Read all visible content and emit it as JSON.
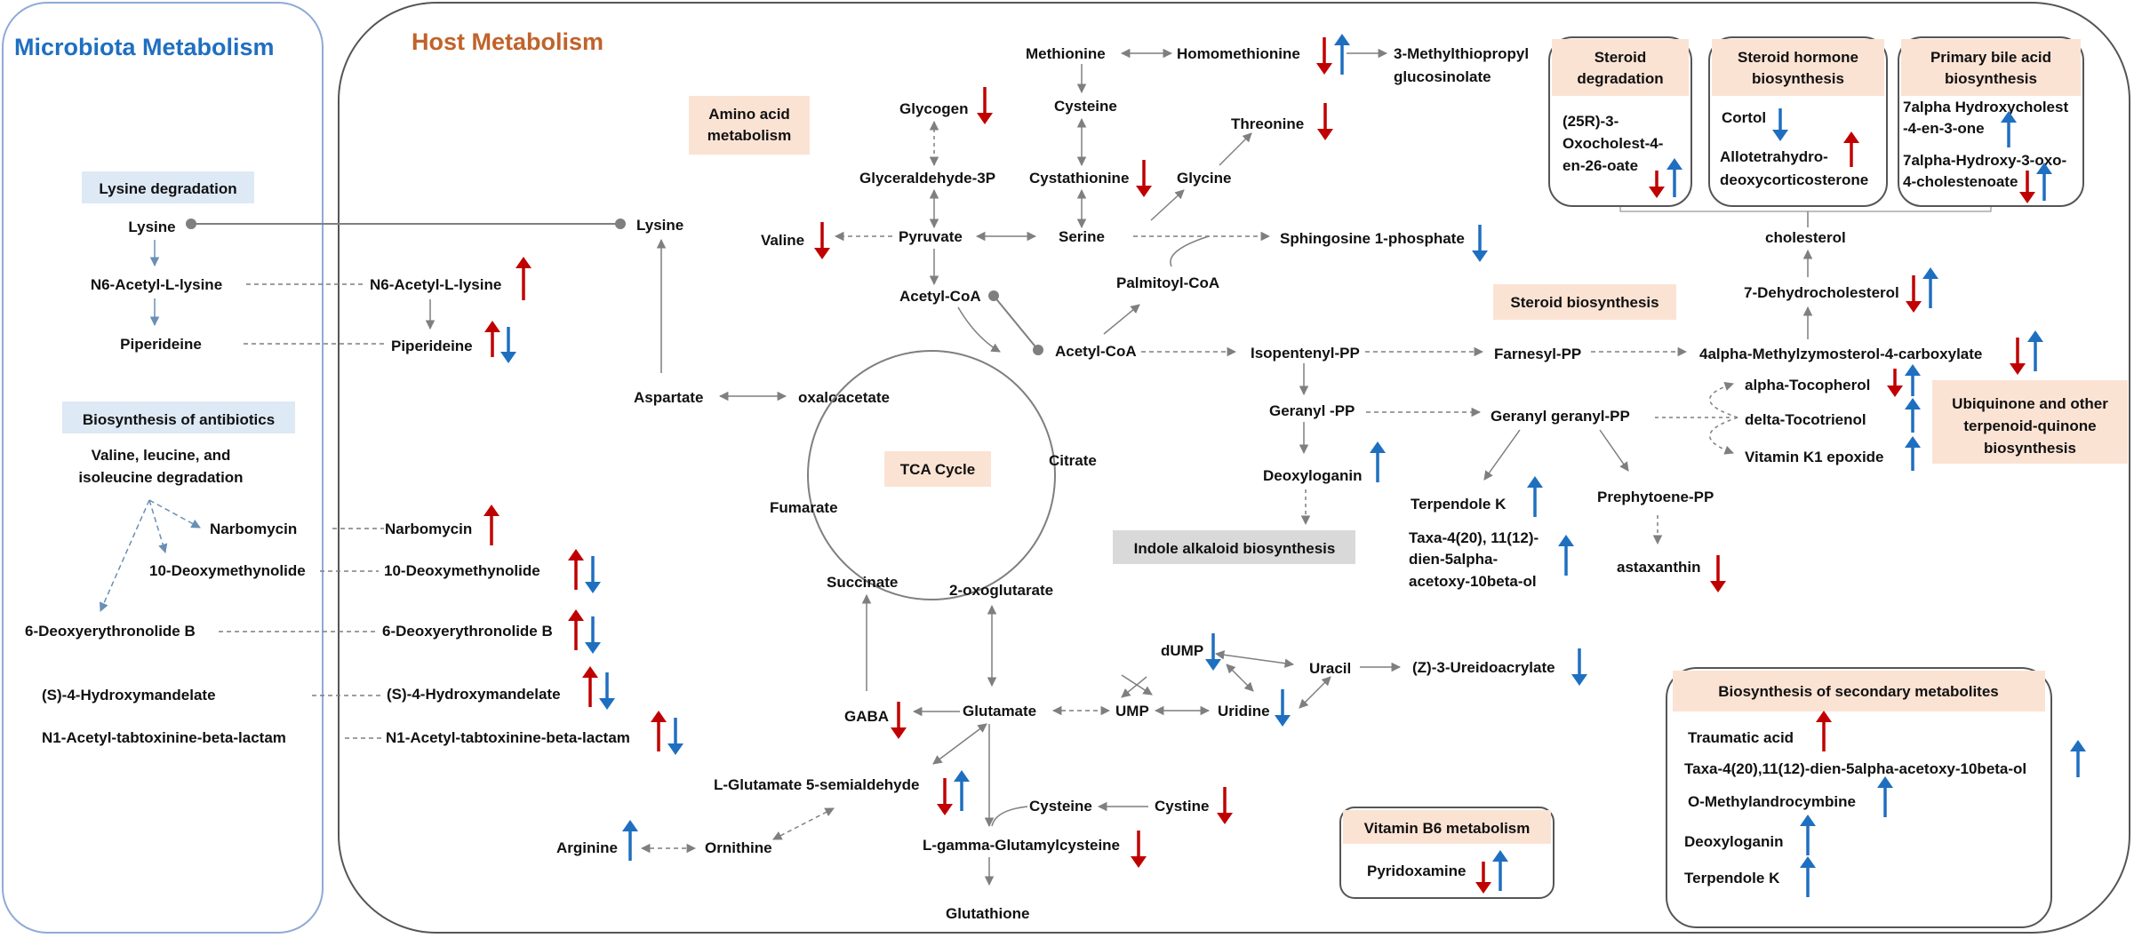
{
  "titles": {
    "microbiota": "Microbiota Metabolism",
    "host": "Host Metabolism"
  },
  "pathways": {
    "lysine_degradation": "Lysine degradation",
    "antibiotics": "Biosynthesis of antibiotics",
    "amino_acid_1": "Amino acid",
    "amino_acid_2": "metabolism",
    "tca": "TCA  Cycle",
    "steroid_biosynthesis": "Steroid biosynthesis",
    "indole": "Indole alkaloid biosynthesis",
    "vitamin_b6": "Vitamin B6 metabolism",
    "steroid_degradation_1": "Steroid",
    "steroid_degradation_2": "degradation",
    "steroid_hormone_1": "Steroid hormone",
    "steroid_hormone_2": "biosynthesis",
    "primary_bile_1": "Primary bile acid",
    "primary_bile_2": "biosynthesis",
    "ubiquinone_1": "Ubiquinone and other",
    "ubiquinone_2": "terpenoid-quinone",
    "ubiquinone_3": "biosynthesis",
    "secondary": "Biosynthesis of secondary metabolites"
  },
  "microbiota": {
    "lysine": "Lysine",
    "n6_acetyl": "N6-Acetyl-L-lysine",
    "piperideine": "Piperideine",
    "vli_1": "Valine, leucine, and",
    "vli_2": "isoleucine degradation",
    "narbomycin": "Narbomycin",
    "deoxymethynolide": "10-Deoxymethynolide",
    "deoxyerythronolide": "6-Deoxyerythronolide B",
    "hydroxymandelate": "(S)-4-Hydroxymandelate",
    "tabtoxinine": "N1-Acetyl-tabtoxinine-beta-lactam"
  },
  "host": {
    "n6_acetyl": "N6-Acetyl-L-lysine",
    "piperideine": "Piperideine",
    "narbomycin": "Narbomycin",
    "deoxymethynolide": "10-Deoxymethynolide",
    "deoxyerythronolide": "6-Deoxyerythronolide B",
    "hydroxymandelate": "(S)-4-Hydroxymandelate",
    "tabtoxinine": "N1-Acetyl-tabtoxinine-beta-lactam",
    "lysine": "Lysine",
    "aspartate": "Aspartate",
    "oxaloacetate": "oxaloacetate",
    "citrate": "Citrate",
    "fumarate": "Fumarate",
    "succinate": "Succinate",
    "oxoglutarate": "2-oxoglutarate",
    "gaba": "GABA",
    "glutamate": "Glutamate",
    "l_glu_semialdehyde": "L-Glutamate 5-semialdehyde",
    "arginine": "Arginine",
    "ornithine": "Ornithine",
    "cysteine_b": "Cysteine",
    "cystine": "Cystine",
    "gamma_glu_cys": "L-gamma-Glutamylcysteine",
    "glutathione": "Glutathione",
    "glycogen": "Glycogen",
    "glyceraldehyde": "Glyceraldehyde-3P",
    "pyruvate": "Pyruvate",
    "valine": "Valine",
    "acetyl_coa_1": "Acetyl-CoA",
    "acetyl_coa_2": "Acetyl-CoA",
    "methionine": "Methionine",
    "homomethionine": "Homomethionine",
    "methylthiopropyl_1": "3-Methylthiopropyl",
    "methylthiopropyl_2": "glucosinolate",
    "cysteine": "Cysteine",
    "cystathionine": "Cystathionine",
    "threonine": "Threonine",
    "glycine": "Glycine",
    "serine": "Serine",
    "sphingosine": "Sphingosine 1-phosphate",
    "palmitoyl": "Palmitoyl-CoA",
    "isopentenyl": "Isopentenyl-PP",
    "farnesyl": "Farnesyl-PP",
    "geranyl": "Geranyl -PP",
    "geranylgeranyl": "Geranyl geranyl-PP",
    "deoxyloganin": "Deoxyloganin",
    "terpendole": "Terpendole K",
    "taxa_1": "Taxa-4(20), 11(12)-",
    "taxa_2": "dien-5alpha-",
    "taxa_3": "acetoxy-10beta-ol",
    "prephytoene": "Prephytoene-PP",
    "astaxanthin": "astaxanthin",
    "dump": "dUMP",
    "ump": "UMP",
    "uracil": "Uracil",
    "uridine": "Uridine",
    "ureidoacrylate": "(Z)-3-Ureidoacrylate",
    "pyridoxamine": "Pyridoxamine",
    "cholesterol": "cholesterol",
    "dehydrocholesterol": "7-Dehydrocholesterol",
    "methylzymosterol": "4alpha-Methylzymosterol-4-carboxylate",
    "tocopherol": "alpha-Tocopherol",
    "tocotrienol": "delta-Tocotrienol",
    "vitamin_k1": "Vitamin K1 epoxide",
    "oxocholest_1": "(25R)-3-",
    "oxocholest_2": "Oxocholest-4-",
    "oxocholest_3": "en-26-oate",
    "cortol": "Cortol",
    "allotetra_1": "Allotetrahydro-",
    "allotetra_2": "deoxycorticosterone",
    "hydroxycholest_1": "7alpha Hydroxycholest",
    "hydroxycholest_2": "-4-en-3-one",
    "hydroxyoxo_1": "7alpha-Hydroxy-3-oxo-",
    "hydroxyoxo_2": "4-cholestenoate",
    "sec_traumatic": "Traumatic acid",
    "sec_taxa": "Taxa-4(20),11(12)-dien-5alpha-acetoxy-10beta-ol",
    "sec_omethyl": "O-Methylandrocymbine",
    "sec_deoxyloganin": "Deoxyloganin",
    "sec_terpendole": "Terpendole K"
  },
  "colors": {
    "up_red": "#c00000",
    "down_red": "#c00000",
    "up_blue": "#1f6fc0",
    "down_blue": "#1f6fc0",
    "pathway_fill": "#fbe3d4",
    "microbiota_pathway_fill": "#dde9f5",
    "indole_fill": "#d9d9d9"
  }
}
